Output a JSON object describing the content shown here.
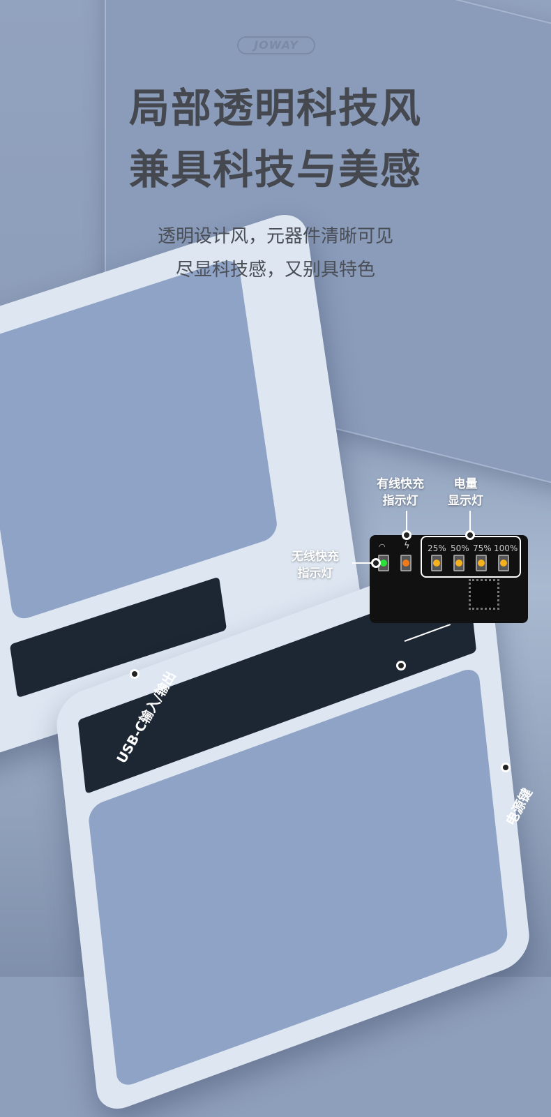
{
  "brand": {
    "logo": "JOWAY"
  },
  "headline": {
    "line1": "局部透明科技风",
    "line2": "兼具科技与美感"
  },
  "subtitle": {
    "line1": "透明设计风，元器件清晰可见",
    "line2": "尽显科技感，又别具特色"
  },
  "callouts": {
    "wired": {
      "line1": "有线快充",
      "line2": "指示灯"
    },
    "battery": {
      "line1": "电量",
      "line2": "显示灯"
    },
    "wireless": {
      "line1": "无线快充",
      "line2": "指示灯"
    },
    "usbc": "USB-C输入/输出",
    "power": "电源键"
  },
  "battery_levels": [
    "25%",
    "50%",
    "75%",
    "100%"
  ],
  "colors": {
    "wireless_led": "#2ee03a",
    "wired_led": "#f07a1a",
    "battery_led": "#f5b21e",
    "heading": "#45494f"
  }
}
